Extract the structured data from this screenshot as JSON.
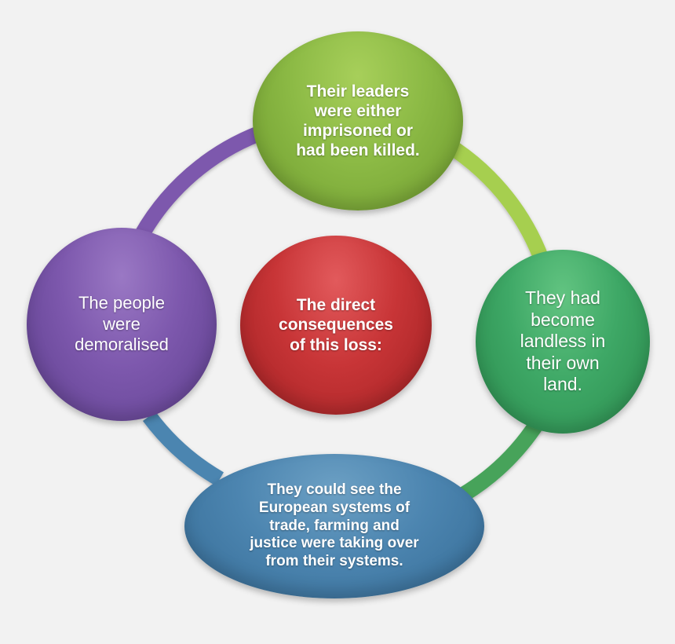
{
  "diagram": {
    "center": {
      "text": "The direct\nconsequences\nof this loss:",
      "color": "#c83537"
    },
    "nodes": {
      "top": {
        "text": "Their leaders\nwere either\nimprisoned or\nhad been killed.",
        "color": "#8cba45"
      },
      "right": {
        "text": "They had\nbecome\nlandless in\ntheir own\nland.",
        "color": "#3ea866"
      },
      "bottom": {
        "text": "They could see the\nEuropean systems of\ntrade, farming and\njustice were taking over\nfrom their systems.",
        "color": "#4c85b0"
      },
      "left": {
        "text": "The people\nwere\ndemoralised",
        "color": "#7d58ad"
      }
    },
    "ring_colors": {
      "top_right": "#a6cf4f",
      "right_bottom": "#46a35a",
      "bottom_left": "#4c85b0",
      "left_top": "#7d58ad"
    }
  }
}
